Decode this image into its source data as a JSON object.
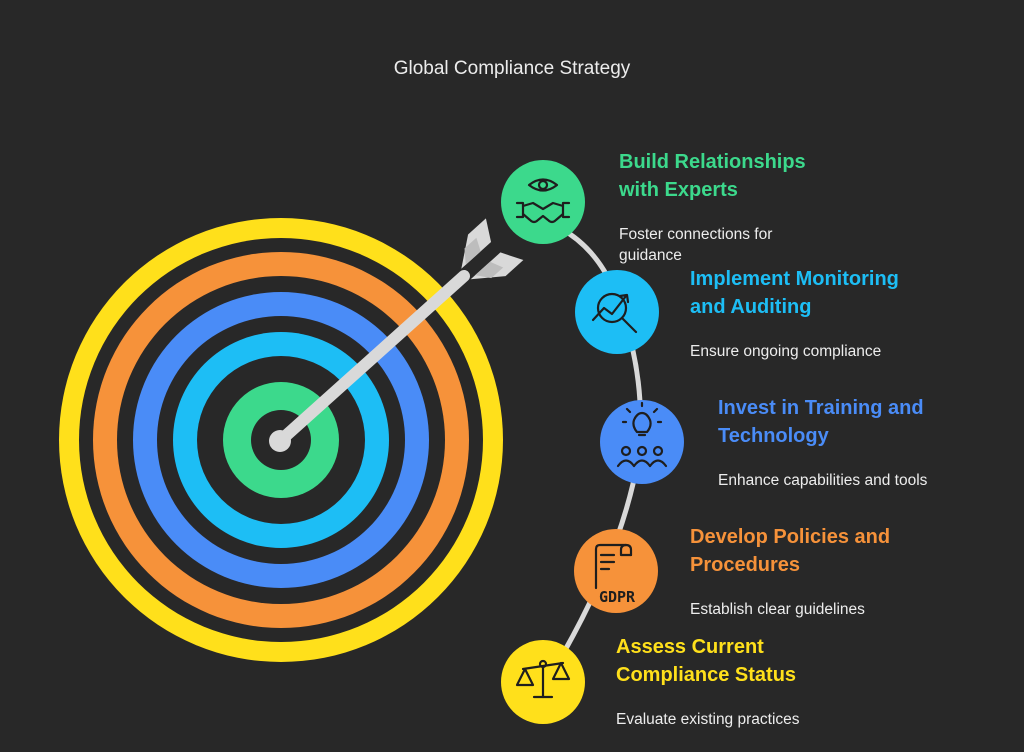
{
  "title": "Global Compliance Strategy",
  "colors": {
    "background": "#282828",
    "yellow": "#FFE01B",
    "orange": "#F6923A",
    "blue": "#4A8CF7",
    "cyan": "#1DBEF5",
    "green": "#3CD98C",
    "arrow": "#D9D9D9"
  },
  "target": {
    "rings_outer_to_inner": [
      "yellow",
      "orange",
      "blue",
      "cyan",
      "green"
    ]
  },
  "steps": [
    {
      "title": "Build Relationships with Experts",
      "title_lines": [
        "Build Relationships",
        "with Experts"
      ],
      "description": "Foster connections for guidance",
      "desc_lines": [
        "Foster connections for",
        "guidance"
      ],
      "color": "#3CD98C",
      "icon": "handshake-eye-icon"
    },
    {
      "title": "Implement Monitoring and Auditing",
      "title_lines": [
        "Implement Monitoring",
        "and Auditing"
      ],
      "description": "Ensure ongoing compliance",
      "desc_lines": [
        "Ensure ongoing compliance"
      ],
      "color": "#1DBEF5",
      "icon": "chart-magnifier-icon"
    },
    {
      "title": "Invest in Training and Technology",
      "title_lines": [
        "Invest in Training and",
        "Technology"
      ],
      "description": "Enhance capabilities and tools",
      "desc_lines": [
        "Enhance capabilities and tools"
      ],
      "color": "#4A8CF7",
      "icon": "team-lightbulb-icon"
    },
    {
      "title": "Develop Policies and Procedures",
      "title_lines": [
        "Develop Policies and",
        "Procedures"
      ],
      "description": "Establish clear guidelines",
      "desc_lines": [
        "Establish clear guidelines"
      ],
      "color": "#F6923A",
      "icon": "gdpr-scroll-icon",
      "icon_text": "GDPR"
    },
    {
      "title": "Assess Current Compliance Status",
      "title_lines": [
        "Assess Current",
        "Compliance Status"
      ],
      "description": "Evaluate existing practices",
      "desc_lines": [
        "Evaluate existing practices"
      ],
      "color": "#FFE01B",
      "icon": "scales-icon"
    }
  ]
}
